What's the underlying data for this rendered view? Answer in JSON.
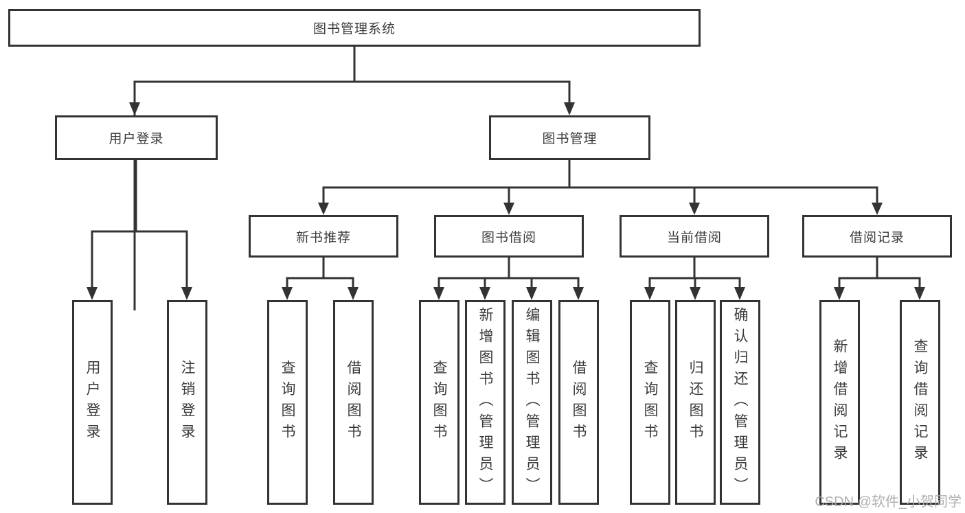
{
  "diagram_title": "图书管理系统",
  "tree": {
    "label": "图书管理系统",
    "children": [
      {
        "label": "用户登录",
        "children": [
          {
            "label": "用户登录"
          },
          {
            "label": "注销登录"
          }
        ]
      },
      {
        "label": "图书管理",
        "children": [
          {
            "label": "新书推荐",
            "children": [
              {
                "label": "查询图书"
              },
              {
                "label": "借阅图书"
              }
            ]
          },
          {
            "label": "图书借阅",
            "children": [
              {
                "label": "查询图书"
              },
              {
                "label": "新增图书（管理员）"
              },
              {
                "label": "编辑图书（管理员）"
              },
              {
                "label": "借阅图书"
              }
            ]
          },
          {
            "label": "当前借阅",
            "children": [
              {
                "label": "查询图书"
              },
              {
                "label": "归还图书"
              },
              {
                "label": "确认归还（管理员）"
              }
            ]
          },
          {
            "label": "借阅记录",
            "children": [
              {
                "label": "新增借阅记录"
              },
              {
                "label": "查询借阅记录"
              }
            ]
          }
        ]
      }
    ]
  },
  "watermark": "CSDN @软件_小贺同学",
  "colors": {
    "line": "#333333",
    "box_border": "#333333",
    "box_fill": "#ffffff",
    "text": "#3a3a3a",
    "background": "#ffffff",
    "watermark": "#ababab"
  }
}
